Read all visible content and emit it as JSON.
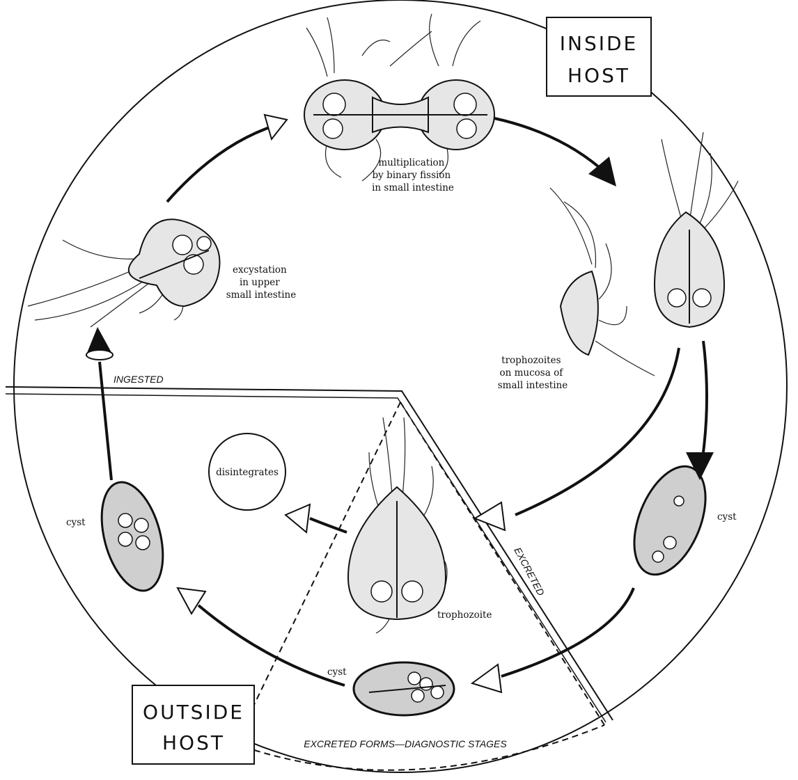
{
  "regions": {
    "inside_host": [
      "INSIDE",
      "HOST"
    ],
    "outside_host": [
      "OUTSIDE",
      "HOST"
    ]
  },
  "stages": {
    "multiplication": [
      "multiplication",
      "by binary fission",
      "in small intestine"
    ],
    "excystation": [
      "excystation",
      "in upper",
      "small intestine"
    ],
    "trophozoites_mucosa": [
      "trophozoites",
      "on mucosa of",
      "small intestine"
    ],
    "cyst_right": "cyst",
    "cyst_left": "cyst",
    "cyst_bottom": "cyst",
    "trophozoite": "trophozoite",
    "disintegrates": "disintegrates"
  },
  "transitions": {
    "ingested": "INGESTED",
    "excreted": "EXCRETED",
    "excreted_forms": "EXCRETED FORMS—DIAGNOSTIC STAGES"
  }
}
